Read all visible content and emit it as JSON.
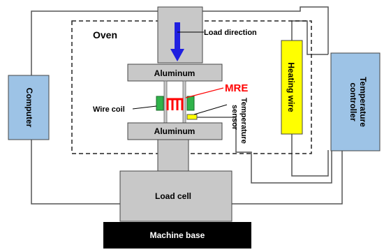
{
  "labels": {
    "oven": "Oven",
    "load_direction": "Load direction",
    "aluminum_top": "Aluminum",
    "aluminum_bottom": "Aluminum",
    "mre": "MRE",
    "wire_coil": "Wire coil",
    "temperature_sensor_line1": "Temperature",
    "temperature_sensor_line2": "sensor",
    "heating_wire": "Heating wire",
    "temperature_controller_line1": "Temperature",
    "temperature_controller_line2": "controller",
    "computer": "Computer",
    "load_cell": "Load cell",
    "machine_base": "Machine base"
  },
  "colors": {
    "block_gray": "#c8c8c8",
    "side_box_blue": "#9dc3e6",
    "heating_wire_yellow": "#ffff00",
    "coil_green": "#2fb34a",
    "mre_red": "#ff0000",
    "arrow_blue": "#1f1fe0",
    "base_black": "#000000"
  }
}
